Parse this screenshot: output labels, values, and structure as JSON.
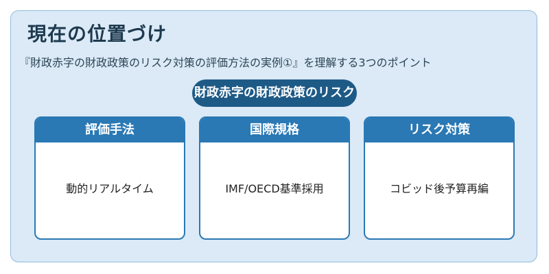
{
  "title": "現在の位置づけ",
  "subtitle": "『財政赤字の財政政策のリスク対策の評価方法の実例①』を理解する3つのポイント",
  "central_topic": "財政赤字の財政政策のリスク",
  "cards": [
    {
      "header": "評価手法",
      "body": "動的リアルタイム"
    },
    {
      "header": "国際規格",
      "body": "IMF/OECD基準採用"
    },
    {
      "header": "リスク対策",
      "body": "コビッド後予算再編"
    }
  ],
  "colors": {
    "panel_bg": "#dbeaf6",
    "panel_border": "#8fbbdd",
    "accent": "#2a78b4",
    "pill": "#1e5a86",
    "title_text": "#1e3a4f"
  }
}
